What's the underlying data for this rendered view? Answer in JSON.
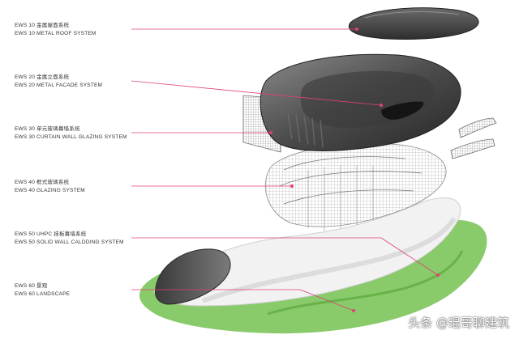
{
  "layers": [
    {
      "code_cn": "EWS 10 金属屋面系统",
      "code_en": "EWS 10 METAL ROOF SYSTEM"
    },
    {
      "code_cn": "EWS 20 金属立面系统",
      "code_en": "EWS 20 METAL FACADE SYSTEM"
    },
    {
      "code_cn": "EWS 30 单元玻璃幕墙系统",
      "code_en": "EWS 30 CURTAIN WALL GLAZING SYSTEM"
    },
    {
      "code_cn": "EWS 40 框式玻璃系统",
      "code_en": "EWS 40 GLAZING SYSTEM"
    },
    {
      "code_cn": "EWS 50 UHPC 挂板幕墙系统",
      "code_en": "EWS 50 SOLID WALL CALDDING SYSTEM"
    },
    {
      "code_cn": "EWS 60 景观",
      "code_en": "EWS 60 LANDSCAPE"
    }
  ],
  "watermark": "头条 @琨哥聊建筑",
  "colors": {
    "leader": "#e0407a",
    "dark": "#4a4a4a",
    "grass": "#7cc45a"
  }
}
